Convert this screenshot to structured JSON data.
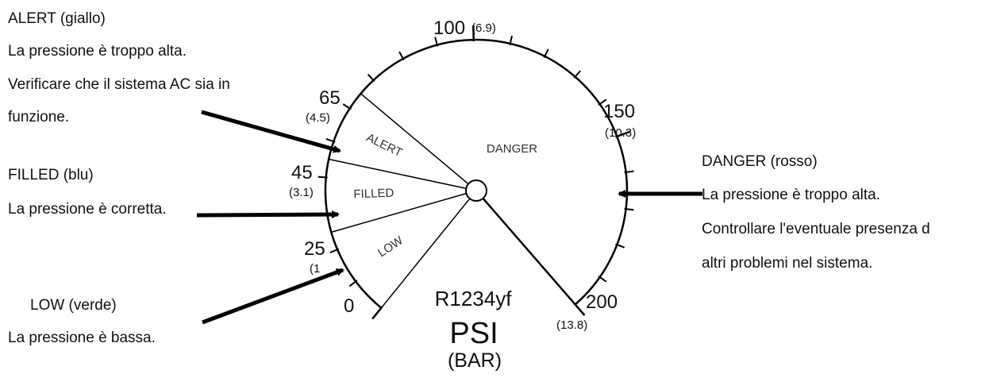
{
  "legend": {
    "alert": {
      "title": "ALERT (giallo)",
      "lines": [
        "La pressione è troppo alta.",
        "Verificare che il sistema AC sia in",
        "funzione."
      ]
    },
    "filled": {
      "title": "FILLED (blu)",
      "lines": [
        "La pressione è corretta."
      ]
    },
    "low": {
      "title": "LOW (verde)",
      "lines": [
        "La pressione è bassa."
      ]
    },
    "danger": {
      "title": "DANGER (rosso)",
      "lines": [
        "La pressione è troppo alta.",
        "Controllare l'eventuale presenza d",
        "altri problemi nel sistema."
      ]
    }
  },
  "gauge": {
    "refrigerant": "R1234yf",
    "unit": "PSI",
    "unit_secondary": "(BAR)",
    "scale_min": 0,
    "scale_max": 200,
    "scale_labels": [
      {
        "psi": "0",
        "bar": "",
        "value": 0
      },
      {
        "psi": "25",
        "bar": "(1",
        "value": 25
      },
      {
        "psi": "45",
        "bar": "(3.1)",
        "value": 45
      },
      {
        "psi": "65",
        "bar": "(4.5)",
        "value": 65
      },
      {
        "psi": "100",
        "bar": "(6.9)",
        "value": 100
      },
      {
        "psi": "150",
        "bar": "(10.3)",
        "value": 150
      },
      {
        "psi": "200",
        "bar": "(13.8)",
        "value": 200
      }
    ],
    "zones": [
      {
        "name": "LOW",
        "from": 0,
        "to": 25
      },
      {
        "name": "FILLED",
        "from": 25,
        "to": 45
      },
      {
        "name": "ALERT",
        "from": 45,
        "to": 65
      },
      {
        "name": "DANGER",
        "from": 65,
        "to": 200
      }
    ]
  }
}
